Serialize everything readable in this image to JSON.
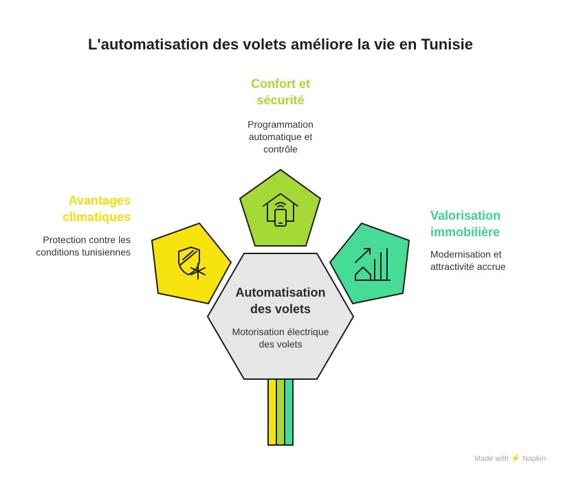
{
  "title": "L'automatisation des volets améliore la vie en Tunisie",
  "colors": {
    "yellow": "#f7e30e",
    "lime": "#a5d936",
    "green": "#47dc95",
    "grey": "#e6e6e6",
    "outline": "#1e1e1e"
  },
  "center": {
    "title": "Automatisation des volets",
    "desc": "Motorisation électrique des volets"
  },
  "nodes": [
    {
      "id": "confort",
      "title": "Confort et sécurité",
      "desc": "Programmation automatique et contrôle",
      "color": "#a5d936",
      "heading_color": "#a5d936",
      "icon": "smart-home-icon"
    },
    {
      "id": "climat",
      "title": "Avantages climatiques",
      "desc": "Protection contre les conditions tunisiennes",
      "color": "#f7e30e",
      "heading_color": "#f2de0a",
      "icon": "shield-snowflake-icon"
    },
    {
      "id": "immo",
      "title": "Valorisation immobilière",
      "desc": "Modernisation et attractivité accrue",
      "color": "#47dc95",
      "heading_color": "#3ed38b",
      "icon": "house-growth-chart-icon"
    }
  ],
  "watermark": "Made with ⚡ Napkin"
}
